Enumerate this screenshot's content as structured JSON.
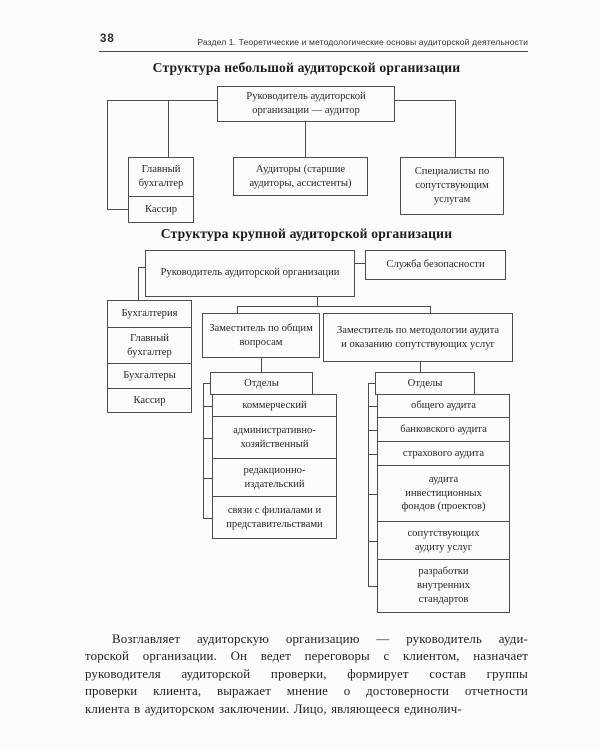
{
  "page_header": {
    "page_number": "38",
    "running_title": "Раздел 1. Теоретические и методологические основы аудиторской деятельности"
  },
  "diagram_small": {
    "title": "Структура небольшой аудиторской организации",
    "head": "Руководитель аудиторской организации — аудитор",
    "chief_accountant": "Главный бухгалтер",
    "cashier": "Кассир",
    "auditors": "Аудиторы (старшие аудиторы, ассистенты)",
    "specialists": "Специалисты по сопутствующим услугам"
  },
  "diagram_large": {
    "title": "Структура крупной аудиторской организации",
    "head": "Руководитель аудиторской организации",
    "security": "Служба безопасности",
    "accounting": [
      "Бухгалтерия",
      "Главный бухгалтер",
      "Бухгалтеры",
      "Кассир"
    ],
    "deputy_general": "Заместитель по общим вопросам",
    "deputy_methodology": "Заместитель по методологии аудита и оказанию сопутствующих услуг",
    "departments_label_general": "Отделы",
    "departments_general": [
      "коммерческий",
      "административно-хозяйственный",
      "редакционно-издательский",
      "связи с филиалами и представительствами"
    ],
    "departments_label_audit": "Отделы",
    "departments_audit": [
      "общего аудита",
      "банковского аудита",
      "страхового аудита",
      "аудита инвестиционных фондов (проектов)",
      "сопутствующих аудиту услуг",
      "разработки внутренних стандартов"
    ]
  },
  "body": {
    "lines": [
      "Возглавляет аудиторскую организацию — руководитель ауди-",
      "торской организации. Он ведет переговоры с клиентом, назначает",
      "руководителя аудиторской проверки, формирует состав группы",
      "проверки клиента, выражает мнение о достоверности отчетности",
      "клиента в аудиторском заключении. Лицо, являющееся единолич-"
    ]
  }
}
